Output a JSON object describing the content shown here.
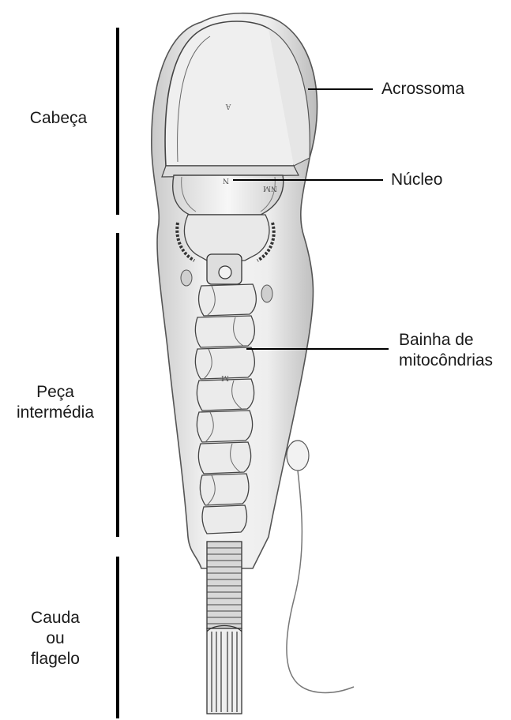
{
  "regions": {
    "head": "Cabeça",
    "midpiece_line1": "Peça",
    "midpiece_line2": "intermédia",
    "tail_line1": "Cauda",
    "tail_line2": "ou",
    "tail_line3": "flagelo"
  },
  "callouts": {
    "acrosome": "Acrossoma",
    "nucleus": "Núcleo",
    "mito_line1": "Bainha de",
    "mito_line2": "mitocôndrias"
  },
  "drawing_letters": {
    "acrosome_mark": "A",
    "nucleus_mark": "N",
    "nuclear_membrane_mark": "NM",
    "mito_mark": "M"
  }
}
